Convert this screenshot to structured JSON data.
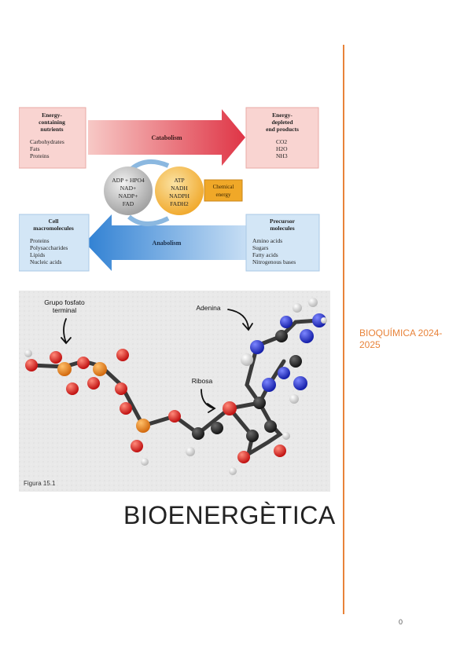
{
  "document": {
    "title": "BIOENERGÈTICA",
    "side_title": "BIOQUÍMICA 2024-2025",
    "page_number": "0"
  },
  "figure_metabolism": {
    "energy_nutrients": {
      "title_lines": [
        "Energy-",
        "containing",
        "nutrients"
      ],
      "items": [
        "Carbohydrates",
        "Fats",
        "Proteins"
      ]
    },
    "end_products": {
      "title_lines": [
        "Energy-",
        "depleted",
        "end products"
      ],
      "items": [
        "CO2",
        "H2O",
        "NH3"
      ]
    },
    "cell_macromolecules": {
      "title_lines": [
        "Cell",
        "macromolecules"
      ],
      "items": [
        "Proteins",
        "Polysaccharides",
        "Lipids",
        "Nucleic acids"
      ]
    },
    "precursor_molecules": {
      "title_lines": [
        "Precursor",
        "molecules"
      ],
      "items": [
        "Amino acids",
        "Sugars",
        "Fatty acids",
        "Nitrogenous bases"
      ]
    },
    "catabolism_label": "Catabolism",
    "anabolism_label": "Anabolism",
    "low_energy_carriers": [
      "ADP + HPO4",
      "NAD+",
      "NADP+",
      "FAD"
    ],
    "high_energy_carriers": [
      "ATP",
      "NADH",
      "NADPH",
      "FADH2"
    ],
    "chemical_energy_lines": [
      "Chemical",
      "energy"
    ],
    "colors": {
      "catabolism": "#e0424f",
      "anabolism": "#3b86d4",
      "nutrients_bg": "#f9d4d1",
      "macro_bg": "#d3e6f6",
      "carrier_gold": "#f0b53c"
    }
  },
  "figure_atp": {
    "label_phosphate_lines": [
      "Grupo fosfato",
      "terminal"
    ],
    "label_adenine": "Adenina",
    "label_ribose": "Ribosa",
    "caption": "Figura 15.1"
  }
}
